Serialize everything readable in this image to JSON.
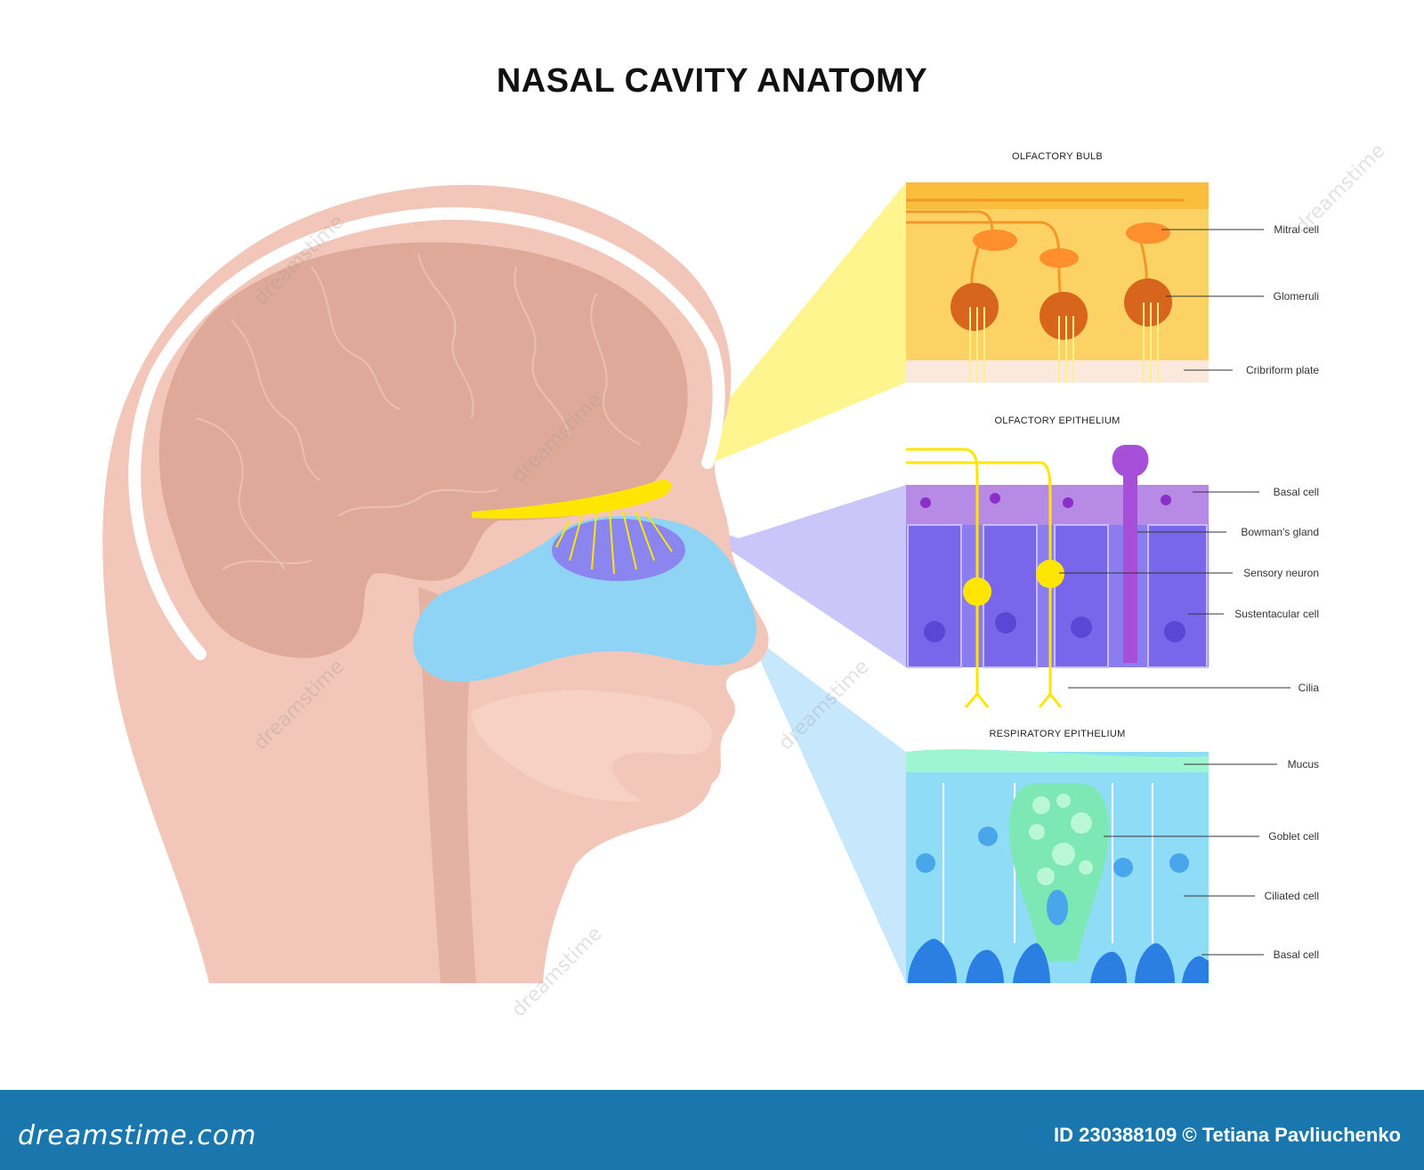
{
  "title": "NASAL CAVITY ANATOMY",
  "sections": {
    "bulb": "OLFACTORY BULB",
    "olfactory": "OLFACTORY EPITHELIUM",
    "respiratory": "RESPIRATORY EPITHELIUM"
  },
  "labels": {
    "mitral": "Mitral cell",
    "glomeruli": "Glomeruli",
    "cribriform": "Cribriform plate",
    "basal1": "Basal cell",
    "bowman": "Bowman's gland",
    "sensory": "Sensory neuron",
    "sustentacular": "Sustentacular cell",
    "cilia": "Cilia",
    "mucus": "Mucus",
    "goblet": "Goblet cell",
    "ciliated": "Ciliated cell",
    "basal2": "Basal cell"
  },
  "footer": {
    "brand": "dreamstime.com",
    "id": "ID 230388109 © Tetiana Pavliuchenko"
  },
  "watermark": "dreamstime",
  "colors": {
    "skin": "#f2c6b8",
    "brain": "#dfa99a",
    "cavity": "#8fd4f5",
    "nerve": "#ffe600",
    "bulb_panel": "#fdd265",
    "olf_panel": "#8b7cf0",
    "resp_panel": "#8fdcf7",
    "footer": "#1a77ad"
  }
}
